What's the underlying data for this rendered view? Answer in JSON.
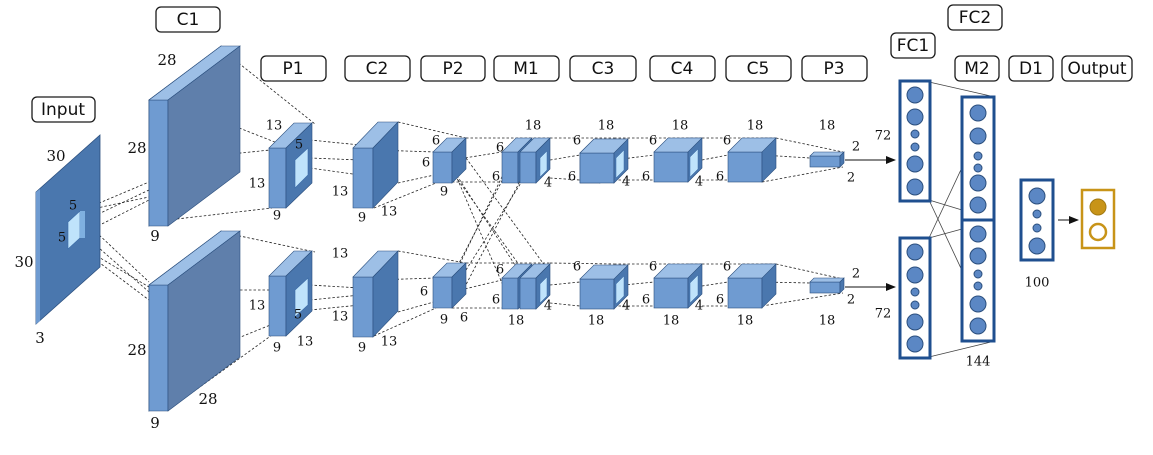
{
  "labels": {
    "input": "Input",
    "c1": "C1",
    "p1": "P1",
    "c2": "C2",
    "p2": "P2",
    "m1": "M1",
    "c3": "C3",
    "c4": "C4",
    "c5": "C5",
    "p3": "P3",
    "fc1": "FC1",
    "fc2": "FC2",
    "m2": "M2",
    "d1": "D1",
    "output": "Output"
  },
  "dims": {
    "input_w": "30",
    "input_h": "30",
    "input_d": "3",
    "input_k1": "5",
    "input_k2": "5",
    "c1_top_w": "28",
    "c1_top_h": "28",
    "c1_top_d": "9",
    "c1_bot_h": "28",
    "c1_bot_d": "9",
    "c1_bot_w": "28",
    "p1_top_w": "13",
    "p1_top_h": "13",
    "p1_top_d": "9",
    "p1_top_k": "5",
    "p1_bot_h": "13",
    "p1_bot_d": "9",
    "p1_bot_w": "13",
    "p1_bot_k": "5",
    "c2_top_h": "13",
    "c2_top_d": "9",
    "c2_top_w": "13",
    "c2_bot_w": "13",
    "c2_bot_h": "13",
    "c2_bot_d": "9",
    "c2_bot_w2": "13",
    "p2_top_w": "6",
    "p2_top_h": "6",
    "p2_top_d": "9",
    "p2_bot_h": "6",
    "p2_bot_d": "9",
    "p2_bot_w": "6",
    "m1_top_w": "18",
    "m1_top_h": "6",
    "m1_top_h2": "6",
    "m1_top_k": "4",
    "m1_bot_h": "6",
    "m1_bot_h2": "6",
    "m1_bot_w": "18",
    "m1_bot_k": "4",
    "c3_top_w": "18",
    "c3_top_h": "6",
    "c3_top_h2": "6",
    "c3_top_k": "4",
    "c3_bot_h": "6",
    "c3_bot_w": "18",
    "c3_bot_k": "4",
    "c4_top_w": "18",
    "c4_top_h": "6",
    "c4_top_h2": "6",
    "c4_top_k": "4",
    "c4_bot_h": "6",
    "c4_bot_h2": "6",
    "c4_bot_w": "18",
    "c4_bot_k": "4",
    "c5_top_w": "18",
    "c5_top_h": "6",
    "c5_top_h2": "6",
    "c5_bot_h": "6",
    "c5_bot_h2": "6",
    "c5_bot_w": "18",
    "p3_top_w": "18",
    "p3_top_a": "2",
    "p3_top_b": "2",
    "p3_bot_a": "2",
    "p3_bot_b": "2",
    "p3_bot_w": "18",
    "fc1_top": "72",
    "fc1_bot": "72",
    "m2_size": "144",
    "d1_size": "100"
  },
  "colors": {
    "block_front": "#6f9bd1",
    "block_top": "#9dbfe6",
    "block_side": "#4a77ae",
    "big_front": "#5f7fab",
    "big_side": "#4a6d9e",
    "highlight": "#bfe3fb",
    "fc_border": "#1f4f8f",
    "neuron": "#5b87c4",
    "output_border": "#c89418",
    "output_fill": "#c89418"
  }
}
